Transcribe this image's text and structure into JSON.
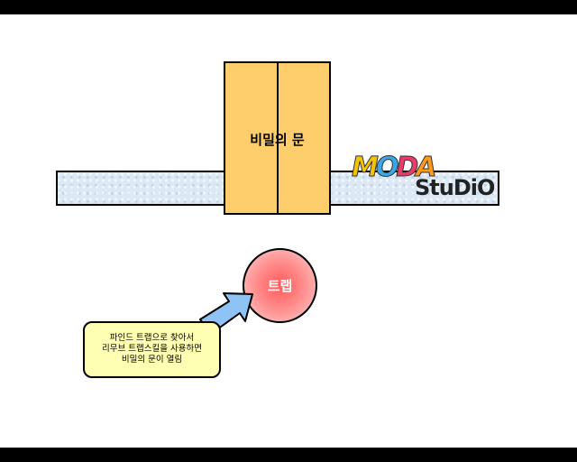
{
  "door": {
    "label": "비밀의 문"
  },
  "trap": {
    "label": "트랩"
  },
  "hint": {
    "line1": "파인드 트랩으로 찾아서",
    "line2": "리무브 트랩스킬을 사용하면",
    "line3": "비밀의 문이 열림"
  },
  "logo": {
    "letters": [
      "M",
      "O",
      "D",
      "A"
    ],
    "letter_colors": [
      "#f5c400",
      "#3aa8e8",
      "#ee3a6a",
      "#ff9a1a"
    ],
    "sub": "StuDiO"
  },
  "colors": {
    "wall": "#dce9f5",
    "door": "#fdce6b",
    "trap": "#ff5a5a",
    "note": "#ffffb4",
    "arrow": "#8ec3f5"
  }
}
